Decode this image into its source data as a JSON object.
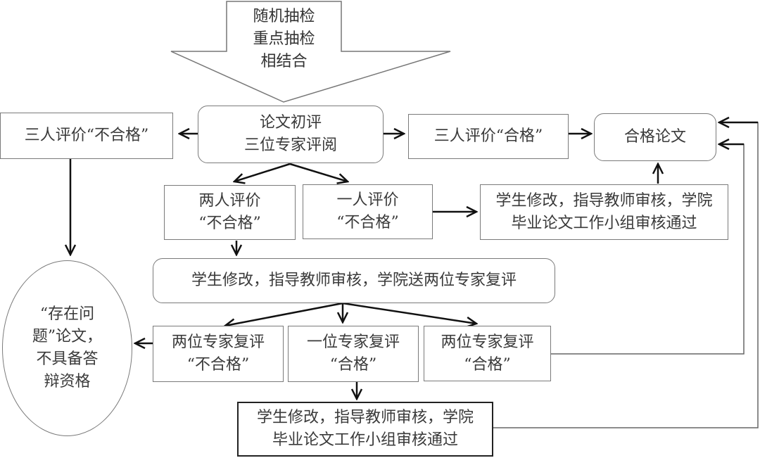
{
  "top_arrow": {
    "lines": [
      "随机抽检",
      "重点抽检",
      "相结合"
    ]
  },
  "nodes": {
    "initial_review": {
      "lines": [
        "论文初评",
        "三位专家评阅"
      ]
    },
    "three_fail": {
      "lines": [
        "三人评价“不合格”"
      ]
    },
    "three_pass": {
      "lines": [
        "三人评价“合格”"
      ]
    },
    "qualified_paper": {
      "lines": [
        "合格论文"
      ]
    },
    "two_fail": {
      "lines": [
        "两人评价",
        "“不合格”"
      ]
    },
    "one_fail": {
      "lines": [
        "一人评价",
        "“不合格”"
      ]
    },
    "revise_group_approve_1": {
      "lines": [
        "学生修改，指导教师审核，学院",
        "毕业论文工作小组审核通过"
      ]
    },
    "revise_send_two_experts": {
      "lines": [
        "学生修改，指导教师审核，学院送两位专家复评"
      ]
    },
    "problem_paper": {
      "lines": [
        "“存在问",
        "题”论文，",
        "不具备答",
        "辩资格"
      ]
    },
    "re_two_fail": {
      "lines": [
        "两位专家复评",
        "“不合格”"
      ]
    },
    "re_one_pass": {
      "lines": [
        "一位专家复评",
        "“合格”"
      ]
    },
    "re_two_pass": {
      "lines": [
        "两位专家复评",
        "“合格”"
      ]
    },
    "revise_group_approve_2": {
      "lines": [
        "学生修改，指导教师审核，学院",
        "毕业论文工作小组审核通过"
      ]
    }
  }
}
